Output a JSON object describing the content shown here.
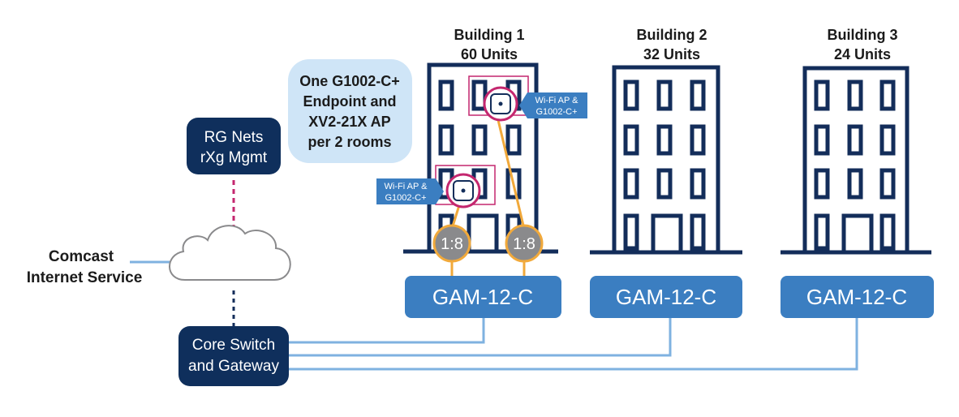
{
  "buildings": [
    {
      "name": "Building 1",
      "units": "60 Units"
    },
    {
      "name": "Building 2",
      "units": "32 Units"
    },
    {
      "name": "Building 3",
      "units": "24 Units"
    }
  ],
  "callout": {
    "lines": [
      "One G1002-C+",
      "Endpoint and",
      "XV2-21X AP",
      "per 2 rooms"
    ]
  },
  "ap_tags": [
    {
      "line1": "Wi-Fi AP &",
      "line2": "G1002-C+"
    },
    {
      "line1": "Wi-Fi AP &",
      "line2": "G1002-C+"
    }
  ],
  "splitters": [
    "1:8",
    "1:8"
  ],
  "gam_units": [
    "GAM-12-C",
    "GAM-12-C",
    "GAM-12-C"
  ],
  "rg_nets": {
    "line1": "RG Nets",
    "line2": "rXg Mgmt"
  },
  "comcast": {
    "line1": "Comcast",
    "line2": "Internet Service"
  },
  "core_switch": {
    "line1": "Core Switch",
    "line2": "and Gateway"
  },
  "icons": {
    "building": "building-icon",
    "cloud": "cloud-icon",
    "access_point": "access-point-icon"
  },
  "colors": {
    "navy": "#132d5a",
    "dark_blue": "#0f2f5c",
    "gam_blue": "#3b7ec1",
    "link_blue": "#7fb2e0",
    "splitter_gray": "#8a8a8c",
    "fiber_orange": "#f1a93b",
    "highlight_magenta": "#c4276f",
    "callout_bg": "#cfe5f7"
  }
}
